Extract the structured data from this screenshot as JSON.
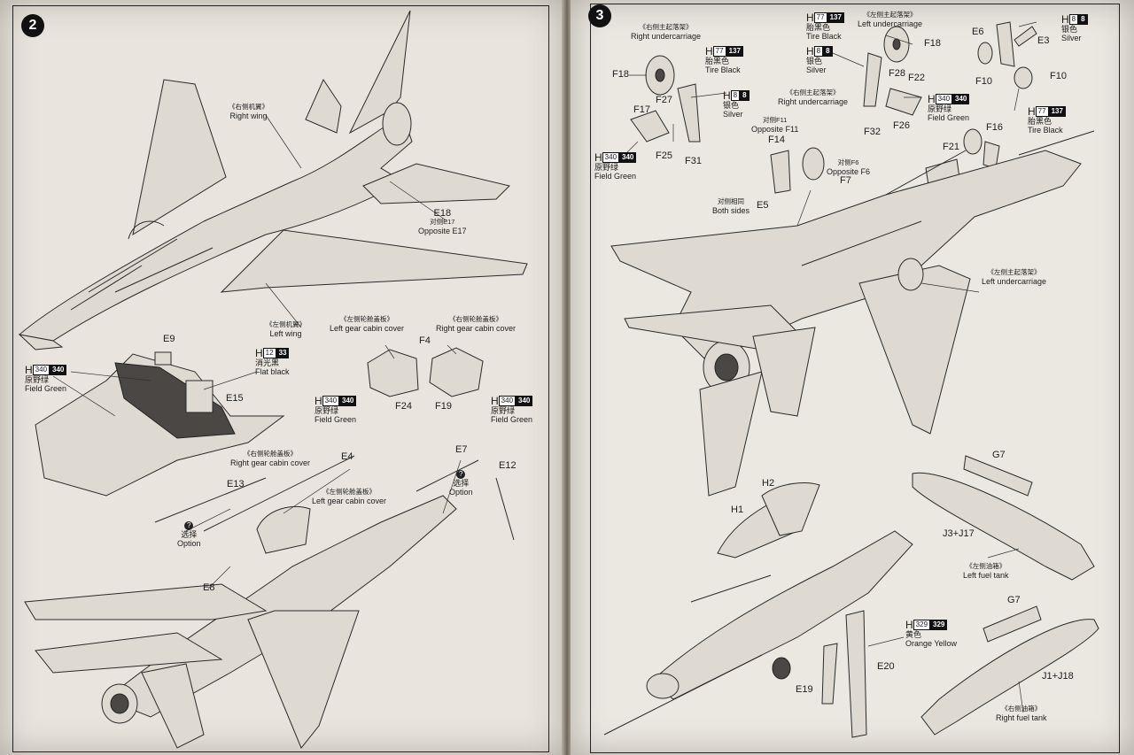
{
  "left": {
    "step": "2",
    "labels": {
      "right_wing_cn": "《右侧机翼》",
      "right_wing": "Right wing",
      "left_wing_cn": "《左侧机翼》",
      "left_wing": "Left wing",
      "e18": "E18",
      "e18_opp_cn": "对侧E17",
      "e18_opp": "Opposite E17",
      "left_gear_cn": "《左侧轮舱盖板》",
      "left_gear": "Left gear cabin cover",
      "right_gear_cn": "《右侧轮舱盖板》",
      "right_gear": "Right gear cabin cover",
      "right_gear2_cn": "《右侧轮舱盖板》",
      "right_gear2": "Right gear cabin cover",
      "left_gear2_cn": "《左侧轮舱盖板》",
      "left_gear2": "Left gear cabin cover"
    },
    "parts": {
      "e9": "E9",
      "e15": "E15",
      "f4": "F4",
      "f24": "F24",
      "f19": "F19",
      "e4": "E4",
      "e13": "E13",
      "e7": "E7",
      "e12": "E12",
      "e8": "E8"
    },
    "paints": {
      "field_green_a": {
        "h": "H",
        "c1": "340",
        "c2": "340",
        "cn": "原野绿",
        "en": "Field Green"
      },
      "flat_black": {
        "h": "H",
        "c1": "12",
        "c2": "33",
        "cn": "消光黑",
        "en": "Flat black"
      },
      "field_green_b": {
        "h": "H",
        "c1": "340",
        "c2": "340",
        "cn": "原野绿",
        "en": "Field Green"
      },
      "field_green_c": {
        "h": "H",
        "c1": "340",
        "c2": "340",
        "cn": "原野绿",
        "en": "Field Green"
      }
    },
    "options": {
      "opt1_cn": "选择",
      "opt1": "Option",
      "opt2_cn": "选择",
      "opt2": "Option",
      "q": "?"
    }
  },
  "right": {
    "step": "3",
    "labels": {
      "right_uc_cn": "《右侧主起落架》",
      "right_uc": "Right undercarriage",
      "left_uc_cn": "《左侧主起落架》",
      "left_uc": "Left undercarriage",
      "right_uc2_cn": "《右侧主起落架》",
      "right_uc2": "Right undercarriage",
      "opp_f11_cn": "对侧F11",
      "opp_f11": "Opposite F11",
      "opp_f6_cn": "对侧F6",
      "opp_f6": "Opposite F6",
      "both_cn": "对侧相同",
      "both": "Both sides",
      "left_uc2_cn": "《左侧主起落架》",
      "left_uc2": "Left undercarriage",
      "left_tank_cn": "《左侧油箱》",
      "left_tank": "Left fuel tank",
      "right_tank_cn": "《右侧油箱》",
      "right_tank": "Right fuel tank"
    },
    "parts": {
      "f18a": "F18",
      "f27": "F27",
      "f17": "F17",
      "f25": "F25",
      "f31": "F31",
      "f14": "F14",
      "e5": "E5",
      "f7": "F7",
      "f18b": "F18",
      "f28": "F28",
      "f22": "F22",
      "f32": "F32",
      "f26": "F26",
      "e6": "E6",
      "e3": "E3",
      "f10a": "F10",
      "f10b": "F10",
      "f21": "F21",
      "f16": "F16",
      "h2": "H2",
      "h1": "H1",
      "g7a": "G7",
      "j3": "J3+J17",
      "g7b": "G7",
      "j1": "J1+J18",
      "e20": "E20",
      "e19": "E19"
    },
    "paints": {
      "tire_black_a": {
        "h": "H",
        "c1": "77",
        "c2": "137",
        "cn": "胎黑色",
        "en": "Tire Black"
      },
      "silver_a": {
        "h": "H",
        "c1": "8",
        "c2": "8",
        "cn": "银色",
        "en": "Silver"
      },
      "field_green_a": {
        "h": "H",
        "c1": "340",
        "c2": "340",
        "cn": "原野绿",
        "en": "Field Green"
      },
      "tire_black_b": {
        "h": "H",
        "c1": "77",
        "c2": "137",
        "cn": "胎黑色",
        "en": "Tire Black"
      },
      "silver_b": {
        "h": "H",
        "c1": "8",
        "c2": "8",
        "cn": "银色",
        "en": "Silver"
      },
      "field_green_b": {
        "h": "H",
        "c1": "340",
        "c2": "340",
        "cn": "原野绿",
        "en": "Field Green"
      },
      "silver_c": {
        "h": "H",
        "c1": "8",
        "c2": "8",
        "cn": "银色",
        "en": "Silver"
      },
      "tire_black_c": {
        "h": "H",
        "c1": "77",
        "c2": "137",
        "cn": "胎黑色",
        "en": "Tire Black"
      },
      "orange_yellow": {
        "h": "H",
        "c1": "329",
        "c2": "329",
        "cn": "黄色",
        "en": "Orange Yellow"
      }
    }
  }
}
